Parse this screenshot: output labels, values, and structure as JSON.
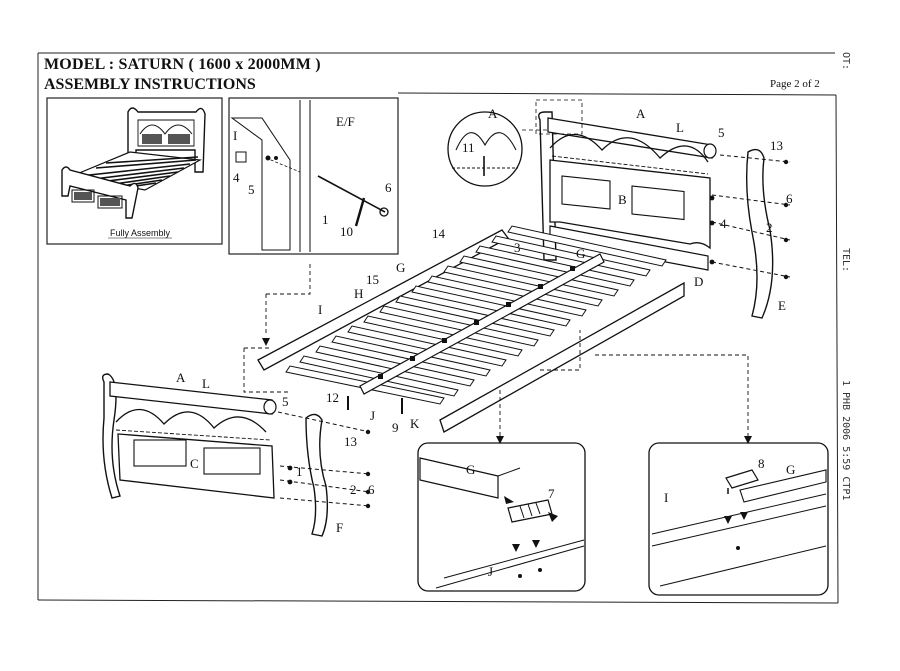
{
  "header": {
    "model": "MODEL  :  SATURN ( 1600 x 2000MM )",
    "subtitle": "ASSEMBLY INSTRUCTIONS",
    "page": "Page 2 of 2"
  },
  "fax_margin": {
    "top": "OT:",
    "mid": "TEL:",
    "bottom": "1 PHB 2006 5:59 CTP1"
  },
  "inset_fully_assembly": {
    "caption": "Fully Assembly"
  },
  "detail_bolt": {
    "labels": [
      "I",
      "E/F",
      "4",
      "5",
      "6",
      "1",
      "10"
    ]
  },
  "headboard_labels": [
    "A",
    "L",
    "5",
    "13",
    "6",
    "B",
    "4",
    "2",
    "D",
    "E",
    "11",
    "A"
  ],
  "slats_labels": [
    "14",
    "3",
    "G",
    "G",
    "15",
    "H",
    "I",
    "12",
    "J",
    "9",
    "K"
  ],
  "footboard_labels": [
    "A",
    "L",
    "5",
    "13",
    "C",
    "1",
    "2",
    "6",
    "F"
  ],
  "detail_clip7": {
    "labels": [
      "G",
      "7",
      "J"
    ]
  },
  "detail_clip8": {
    "labels": [
      "8",
      "G",
      "I"
    ]
  }
}
